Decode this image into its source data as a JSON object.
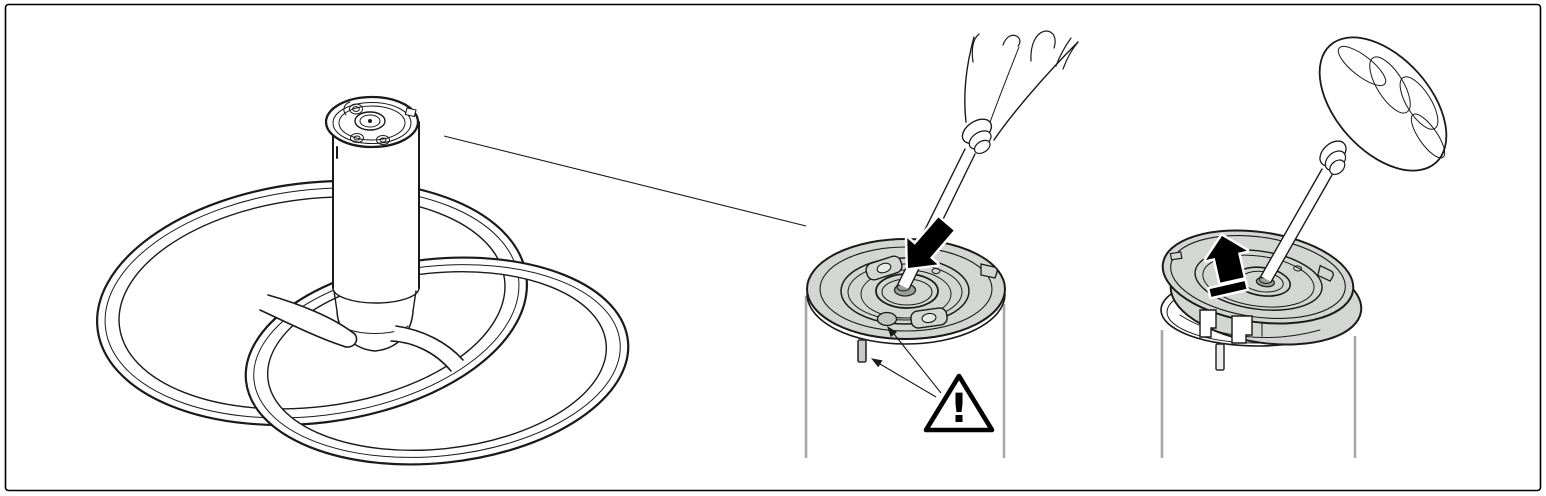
{
  "page": {
    "background": "#ffffff",
    "frame_border_color": "#000000"
  },
  "colors": {
    "line_art": "#1a1a1a",
    "cylinder_edge_gray": "#a8a8a8",
    "disc_fill_gray": "#d4d6d4",
    "hub_hole_gray": "#9aa09a",
    "pin_gray": "#c6c9c6",
    "arrow_black": "#000000",
    "arrow_halo_white": "#ffffff"
  },
  "warning": {
    "symbol": "!"
  },
  "icons": {
    "press_arrow": "filled-arrow-down-left",
    "eject_arrow": "filled-arrow-up-with-bar",
    "warning_sign": "triangle-exclamation"
  }
}
